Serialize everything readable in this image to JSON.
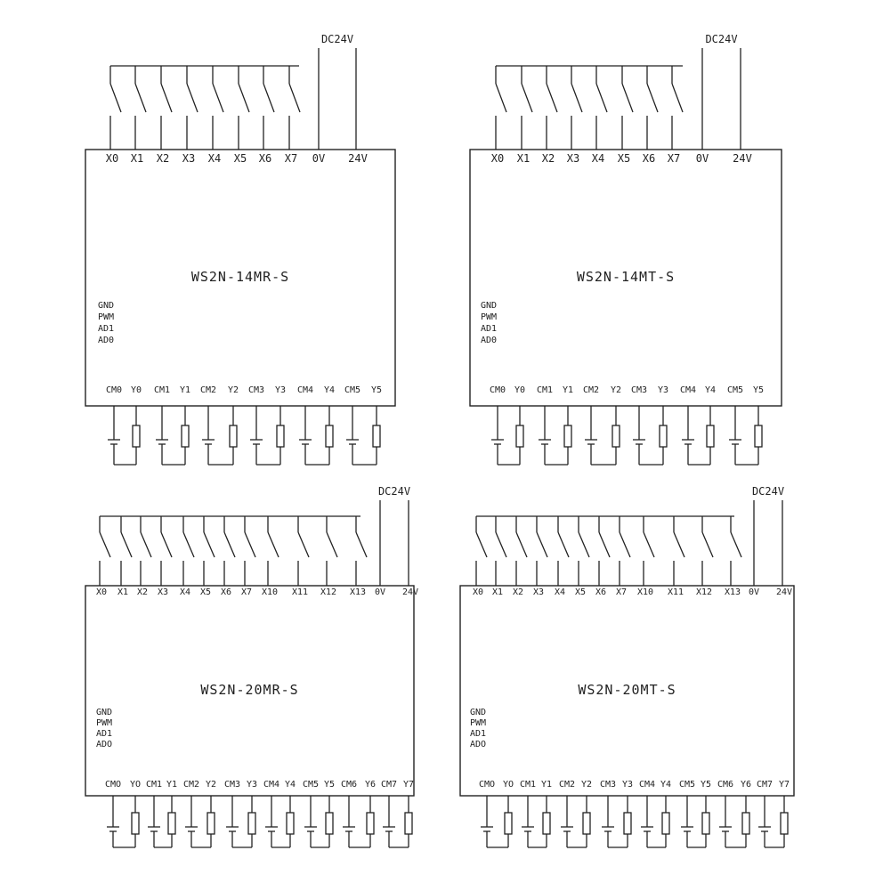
{
  "diagrams": [
    {
      "id": "d1",
      "model": "WS2N-14MR-S",
      "power_label": "DC24V",
      "power_terminals": [
        "0V",
        "24V"
      ],
      "inputs": [
        "X0",
        "X1",
        "X2",
        "X3",
        "X4",
        "X5",
        "X6",
        "X7"
      ],
      "side_labels": [
        "GND",
        "PWM",
        "AD1",
        "AD0"
      ],
      "outputs": [
        "CM0",
        "Y0",
        "CM1",
        "Y1",
        "CM2",
        "Y2",
        "CM3",
        "Y3",
        "CM4",
        "Y4",
        "CM5",
        "Y5"
      ]
    },
    {
      "id": "d2",
      "model": "WS2N-14MT-S",
      "power_label": "DC24V",
      "power_terminals": [
        "0V",
        "24V"
      ],
      "inputs": [
        "X0",
        "X1",
        "X2",
        "X3",
        "X4",
        "X5",
        "X6",
        "X7"
      ],
      "side_labels": [
        "GND",
        "PWM",
        "AD1",
        "AD0"
      ],
      "outputs": [
        "CM0",
        "Y0",
        "CM1",
        "Y1",
        "CM2",
        "Y2",
        "CM3",
        "Y3",
        "CM4",
        "Y4",
        "CM5",
        "Y5"
      ]
    },
    {
      "id": "d3",
      "model": "WS2N-20MR-S",
      "power_label": "DC24V",
      "power_terminals": [
        "0V",
        "24V"
      ],
      "inputs": [
        "X0",
        "X1",
        "X2",
        "X3",
        "X4",
        "X5",
        "X6",
        "X7",
        "X10",
        "X11",
        "X12",
        "X13"
      ],
      "side_labels": [
        "GND",
        "PWM",
        "AD1",
        "ADO"
      ],
      "outputs": [
        "CMO",
        "YO",
        "CM1",
        "Y1",
        "CM2",
        "Y2",
        "CM3",
        "Y3",
        "CM4",
        "Y4",
        "CM5",
        "Y5",
        "CM6",
        "Y6",
        "CM7",
        "Y7"
      ]
    },
    {
      "id": "d4",
      "model": "WS2N-20MT-S",
      "power_label": "DC24V",
      "power_terminals": [
        "0V",
        "24V"
      ],
      "inputs": [
        "X0",
        "X1",
        "X2",
        "X3",
        "X4",
        "X5",
        "X6",
        "X7",
        "X10",
        "X11",
        "X12",
        "X13"
      ],
      "side_labels": [
        "GND",
        "PWM",
        "AD1",
        "ADO"
      ],
      "outputs": [
        "CMO",
        "YO",
        "CM1",
        "Y1",
        "CM2",
        "Y2",
        "CM3",
        "Y3",
        "CM4",
        "Y4",
        "CM5",
        "Y5",
        "CM6",
        "Y6",
        "CM7",
        "Y7"
      ]
    }
  ]
}
